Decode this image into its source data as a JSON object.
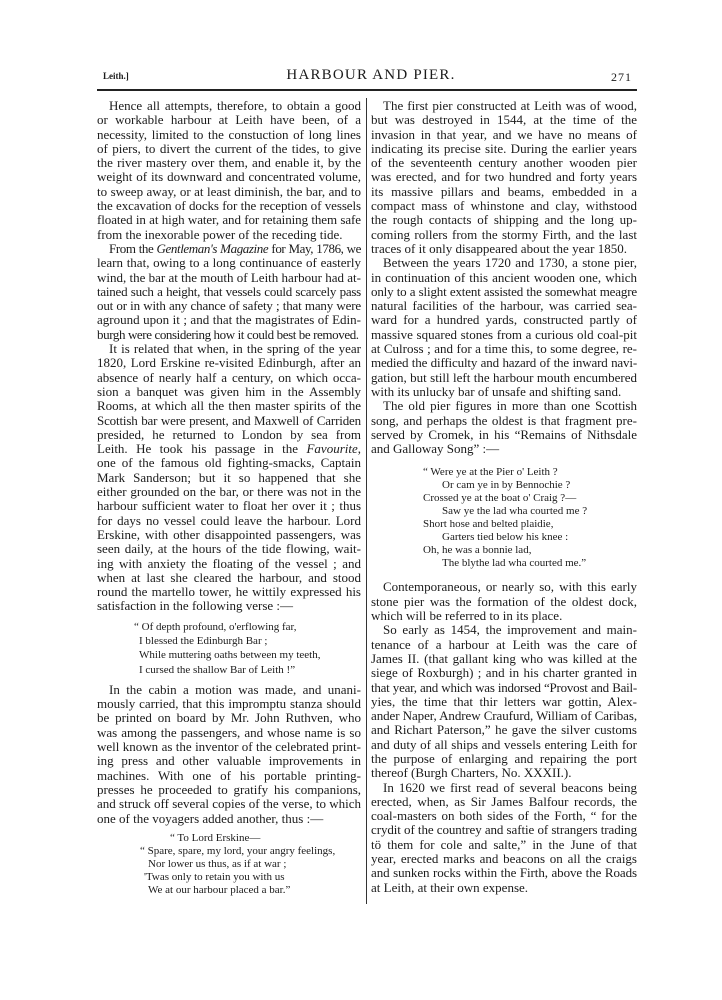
{
  "header": {
    "running_head_left": "Leith.]",
    "title": "HARBOUR AND PIER.",
    "page_number": "271"
  },
  "columns": [
    {
      "blocks": [
        {
          "type": "para",
          "lines": [
            "Hence all attempts, therefore, to obtain a good",
            "or workable harbour at Leith have been, of a",
            "necessity, limited to the constuction of long lines",
            "of piers, to divert the current of the tides, to give",
            "the river mastery over them, and enable it, by the",
            "weight of its downward and concentrated volume,",
            "to sweep away, or at least diminish, the bar, and to",
            "the excavation of docks for the reception of vessels",
            "floated in at high water, and for retaining them safe",
            "from the inexorable power of the receding tide."
          ]
        },
        {
          "type": "para",
          "lines": [
            [
              "From the ",
              {
                "em": "Gentleman's Magazine"
              },
              " for May, 1786, we"
            ],
            "learn that, owing to a long continuance of easterly",
            "wind, the bar at the mouth of Leith harbour had at-",
            "tained such a height, that vessels could scarcely pass",
            "out or in with any chance of safety ; that many were",
            "aground upon it ; and that the magistrates of Edin-",
            "burgh were considering how it could best be removed."
          ]
        },
        {
          "type": "para",
          "lines": [
            "It is related that when, in the spring of the year",
            "1820, Lord Erskine re-visited Edinburgh, after an",
            "absence of nearly half a century, on which occa-",
            "sion a banquet was given him in the Assembly",
            "Rooms, at which all the then master spirits of the",
            "Scottish bar were present, and Maxwell of Carriden",
            "presided, he returned to London by sea from",
            [
              "Leith. He took his passage in the ",
              {
                "em": "Favourite"
              },
              ","
            ],
            "one of the famous old fighting-smacks, Captain",
            "Mark Sanderson; but it so happened that she",
            "either grounded on the bar, or there was not in the",
            "harbour sufficient water to float her over it ; thus",
            "for days no vessel could leave the harbour. Lord",
            "Erskine, with other disappointed passengers, was",
            "seen daily, at the hours of the tide flowing, wait-",
            "ing with anxiety the floating of the vessel ; and",
            "when at last she cleared the harbour, and stood",
            "round the martello tower, he wittily expressed his",
            "satisfaction in the following verse :—"
          ]
        },
        {
          "type": "verse",
          "style": "first",
          "lines": [
            {
              "text": "“ Of depth profound, o'erflowing far,",
              "indented": false
            },
            {
              "text": "I blessed the Edinburgh Bar ;",
              "indented": true
            },
            {
              "text": "While muttering oaths between my teeth,",
              "indented": true
            },
            {
              "text": "I cursed the shallow Bar of Leith !”",
              "indented": true
            }
          ]
        },
        {
          "type": "para",
          "lines": [
            "In the cabin a motion was made, and unani-",
            "mously carried, that this impromptu stanza should",
            "be printed on board by Mr. John Ruthven, who",
            "was among the passengers, and whose name is so",
            "well known as the inventor of the celebrated print-",
            "ing press and other valuable improvements in",
            "machines. With one of his portable printing-",
            "presses he proceeded to gratify his companions,",
            "and struck off several copies of the verse, to which",
            "one of the voyagers added another, thus :—"
          ]
        },
        {
          "type": "verse",
          "style": "second",
          "lines": [
            {
              "text": "“ To Lord Erskine—",
              "indented": false,
              "heading": true
            },
            {
              "text": "“ Spare, spare, my lord, your angry feelings,",
              "indented": false
            },
            {
              "text": "Nor lower us thus, as if at war ;",
              "indented": true
            },
            {
              "text": "'Twas only to retain you with us",
              "indented": false
            },
            {
              "text": "We at our harbour placed a bar.”",
              "indented": true
            }
          ]
        }
      ]
    },
    {
      "blocks": [
        {
          "type": "para",
          "lines": [
            "The first pier constructed at Leith was of wood,",
            "but was destroyed in 1544, at the time of the",
            "invasion in that year, and we have no means of",
            "indicating its precise site. During the earlier years",
            "of the seventeenth century another wooden pier",
            "was erected, and for two hundred and forty years",
            "its massive pillars and beams, embedded in a",
            "compact mass of whinstone and clay, withstood",
            "the rough contacts of shipping and the long up-",
            "coming rollers from the stormy Firth, and the last",
            "traces of it only disappeared about the year 1850."
          ]
        },
        {
          "type": "para",
          "lines": [
            "Between the years 1720 and 1730, a stone pier,",
            "in continuation of this ancient wooden one, which",
            "only to a slight extent assisted the somewhat meagre",
            "natural facilities of the harbour, was carried sea-",
            "ward for a hundred yards, constructed partly of",
            "massive squared stones from a curious old coal-pit",
            "at Culross ; and for a time this, to some degree, re-",
            "medied the difficulty and hazard of the inward navi-",
            "gation, but still left the harbour mouth encumbered",
            "with its unlucky bar of unsafe and shifting sand."
          ]
        },
        {
          "type": "para",
          "lines": [
            "The old pier figures in more than one Scottish",
            "song, and perhaps the oldest is that fragment pre-",
            "served by Cromek, in his “Remains of Nithsdale",
            "and Galloway Song” :—"
          ]
        },
        {
          "type": "verse",
          "style": "third",
          "lines": [
            {
              "text": "“ Were ye at the Pier o' Leith ?",
              "indented": false
            },
            {
              "text": "Or cam ye in by Bennochie ?",
              "indented": true
            },
            {
              "text": "Crossed ye at the boat o' Craig ?—",
              "indented": false
            },
            {
              "text": "Saw ye the lad wha courted me ?",
              "indented": true
            },
            {
              "text": "Short hose and belted plaidie,",
              "indented": false
            },
            {
              "text": "Garters tied below his knee :",
              "indented": true
            },
            {
              "text": "Oh, he was a bonnie lad,",
              "indented": false
            },
            {
              "text": "The blythe lad wha courted me.”",
              "indented": true
            }
          ]
        },
        {
          "type": "para",
          "lines": [
            "Contemporaneous, or nearly so, with this early",
            "stone pier was the formation of the oldest dock,",
            "which will be referred to in its place."
          ]
        },
        {
          "type": "para",
          "lines": [
            "So early as 1454, the improvement and main-",
            "tenance of a harbour at Leith was the care of",
            "James II. (that gallant king who was killed at the",
            "siege of Roxburgh) ; and in his charter granted in",
            "that year, and which was indorsed “Provost and Bail-",
            "yies, the time that thir letters war gottin, Alex-",
            "ander Naper, Andrew Craufurd, William of Caribas,",
            "and Richart Paterson,” he gave the silver customs",
            "and duty of all ships and vessels entering Leith for",
            "the purpose of enlarging and repairing the port",
            "thereof (Burgh Charters, No. XXXII.)."
          ]
        },
        {
          "type": "para",
          "lines": [
            "In 1620 we first read of several beacons being",
            "erected, when, as Sir James Balfour records, the",
            "coal-masters on both sides of the Forth, “ for the",
            "crydit of the countrey and saftie of strangers trading",
            "tö them for cole and salte,” in the June of that",
            "year, erected marks and beacons on all the craigs",
            "and sunken rocks within the Firth, above the Roads",
            "at Leith, at their own expense."
          ]
        }
      ]
    }
  ]
}
